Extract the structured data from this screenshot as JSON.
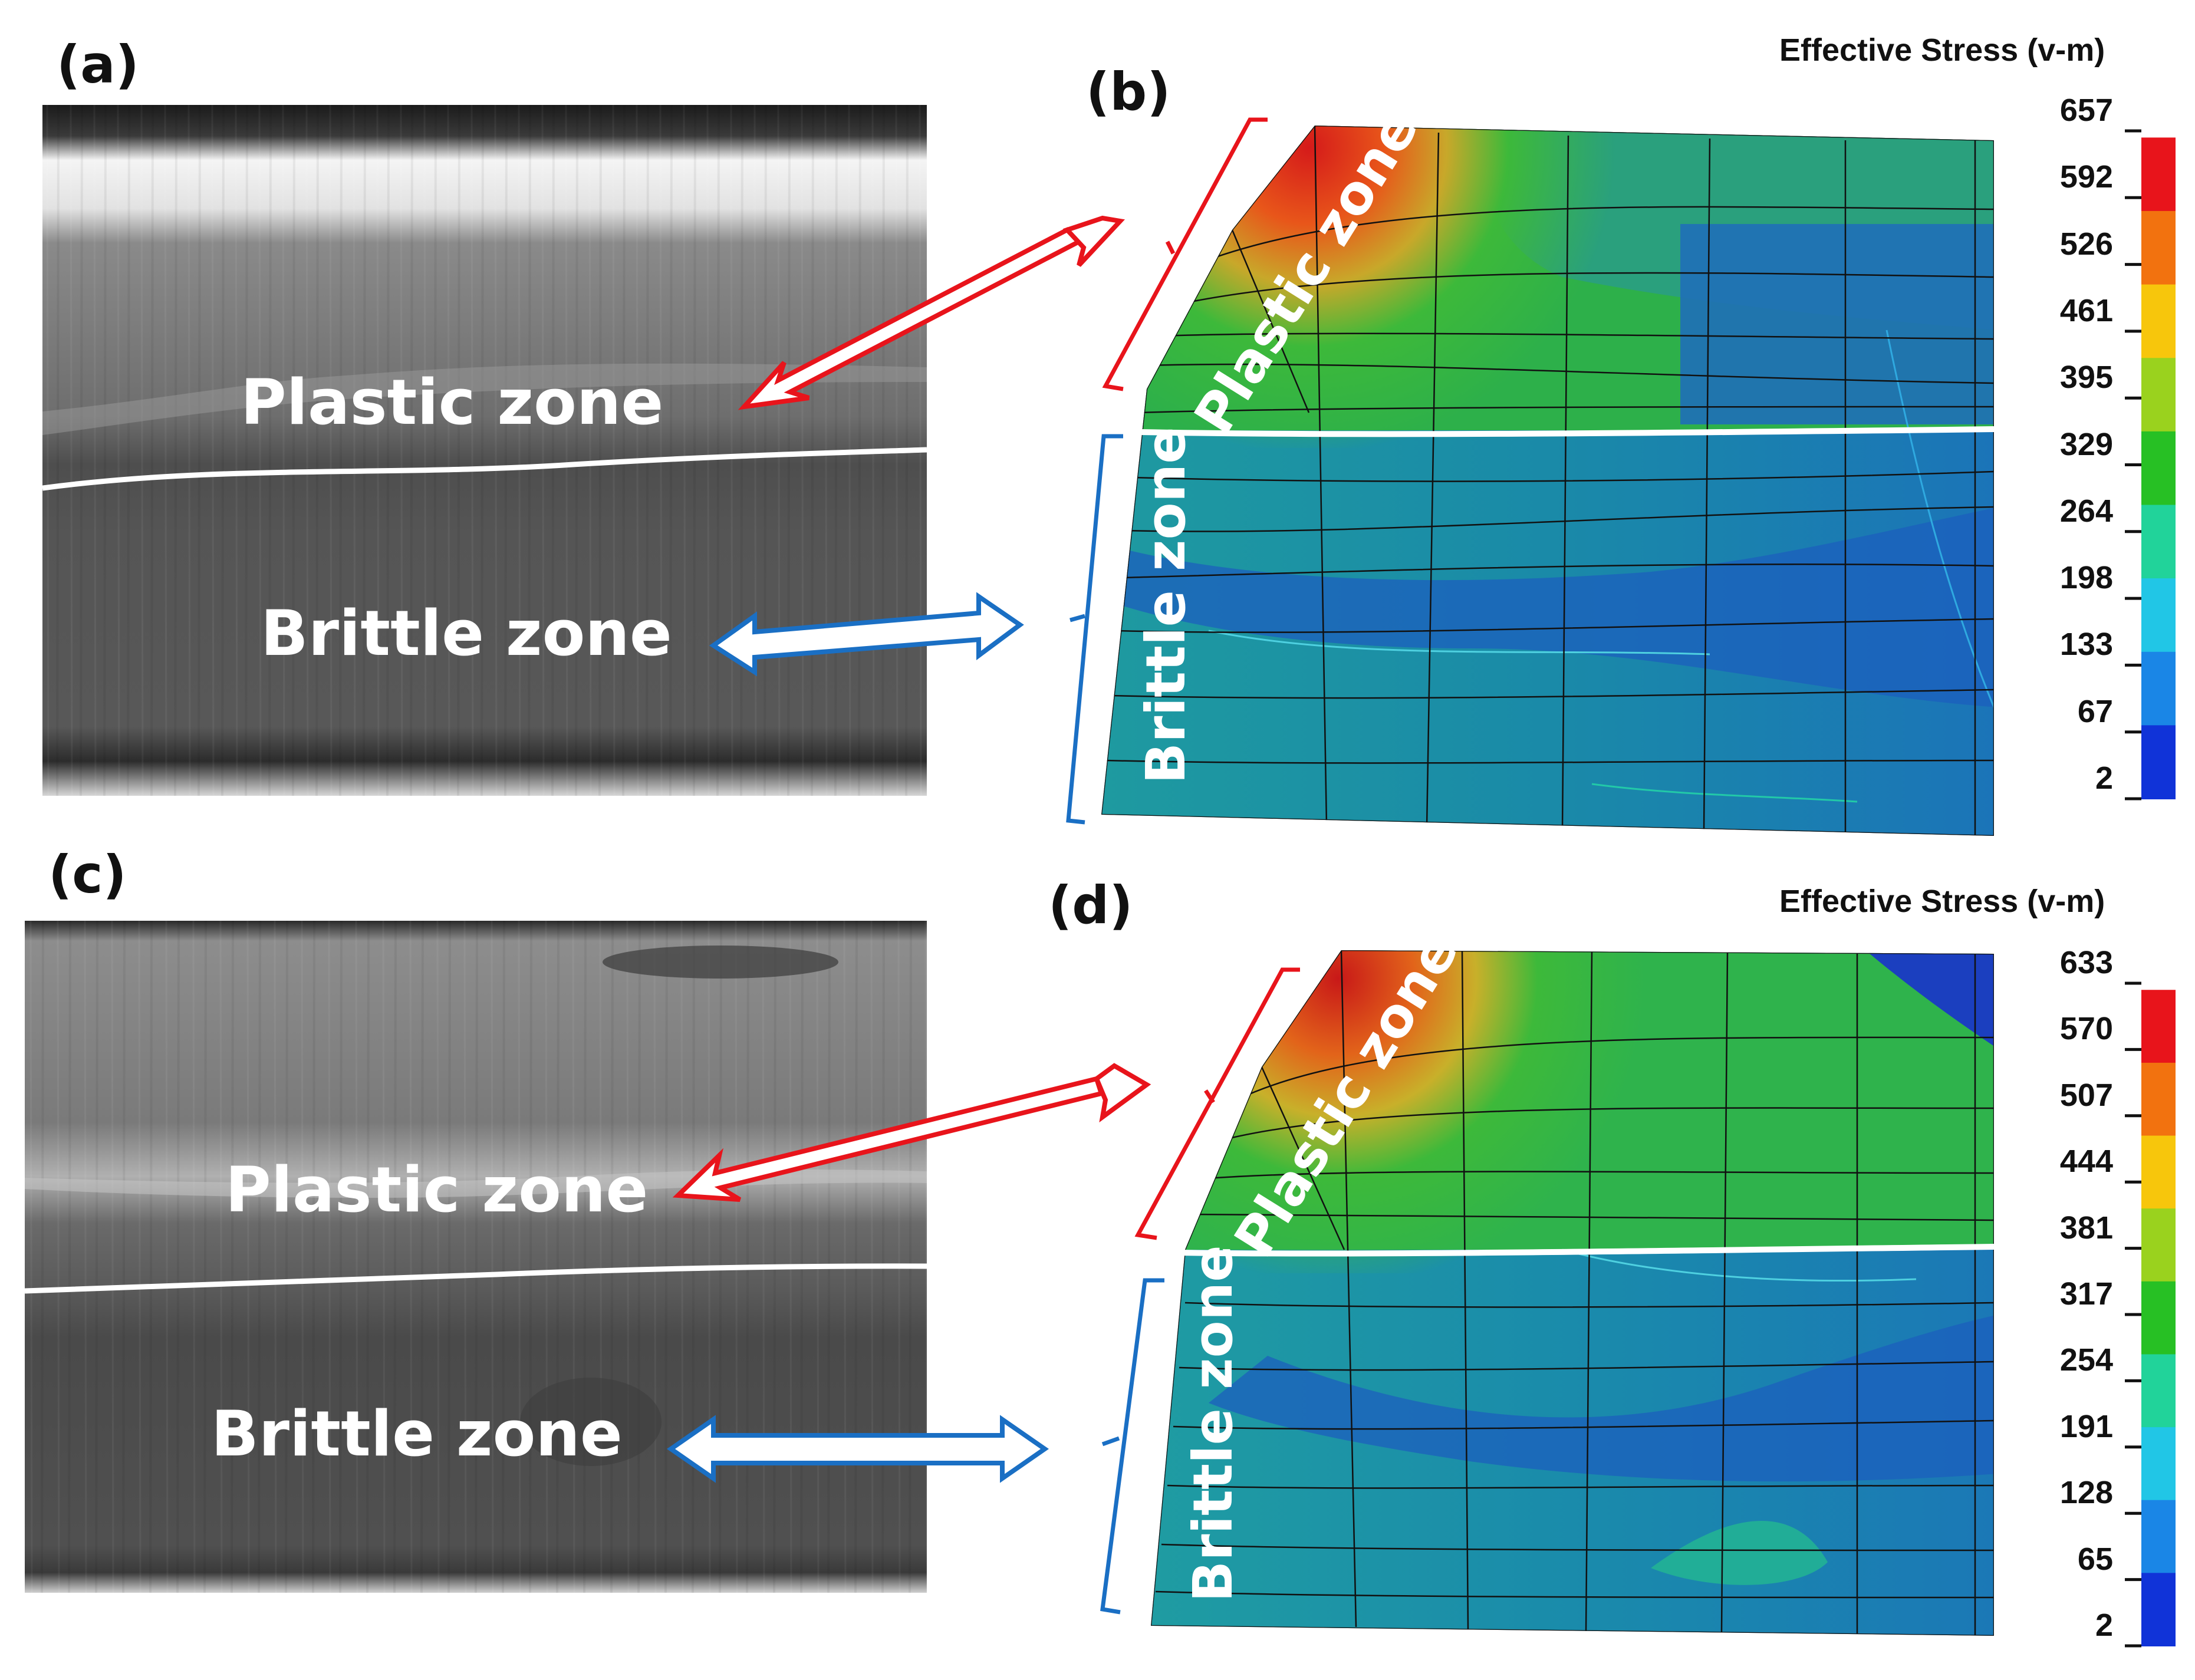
{
  "panels": {
    "a": {
      "letter": "(a)",
      "plastic_label": "Plastic zone",
      "brittle_label": "Brittle zone"
    },
    "b": {
      "letter": "(b)",
      "plastic_label": "Plastic zone",
      "brittle_label": "Brittle zone",
      "legend_title": "Effective Stress (v-m)",
      "legend_values": [
        "657",
        "592",
        "526",
        "461",
        "395",
        "329",
        "264",
        "198",
        "133",
        "67",
        "2"
      ]
    },
    "c": {
      "letter": "(c)",
      "plastic_label": "Plastic zone",
      "brittle_label": "Brittle zone"
    },
    "d": {
      "letter": "(d)",
      "plastic_label": "Plastic zone",
      "brittle_label": "Brittle zone",
      "legend_title": "Effective Stress (v-m)",
      "legend_values": [
        "633",
        "570",
        "507",
        "444",
        "381",
        "317",
        "254",
        "191",
        "128",
        "65",
        "2"
      ]
    }
  },
  "colors": {
    "plastic_arrow": "#e8141b",
    "brittle_arrow": "#1a6fc4",
    "legend_scale": [
      "#e8141b",
      "#f2720f",
      "#f7c60c",
      "#9ad21e",
      "#27c024",
      "#21d39a",
      "#21c6e6",
      "#1a86e6",
      "#1033d8"
    ]
  }
}
